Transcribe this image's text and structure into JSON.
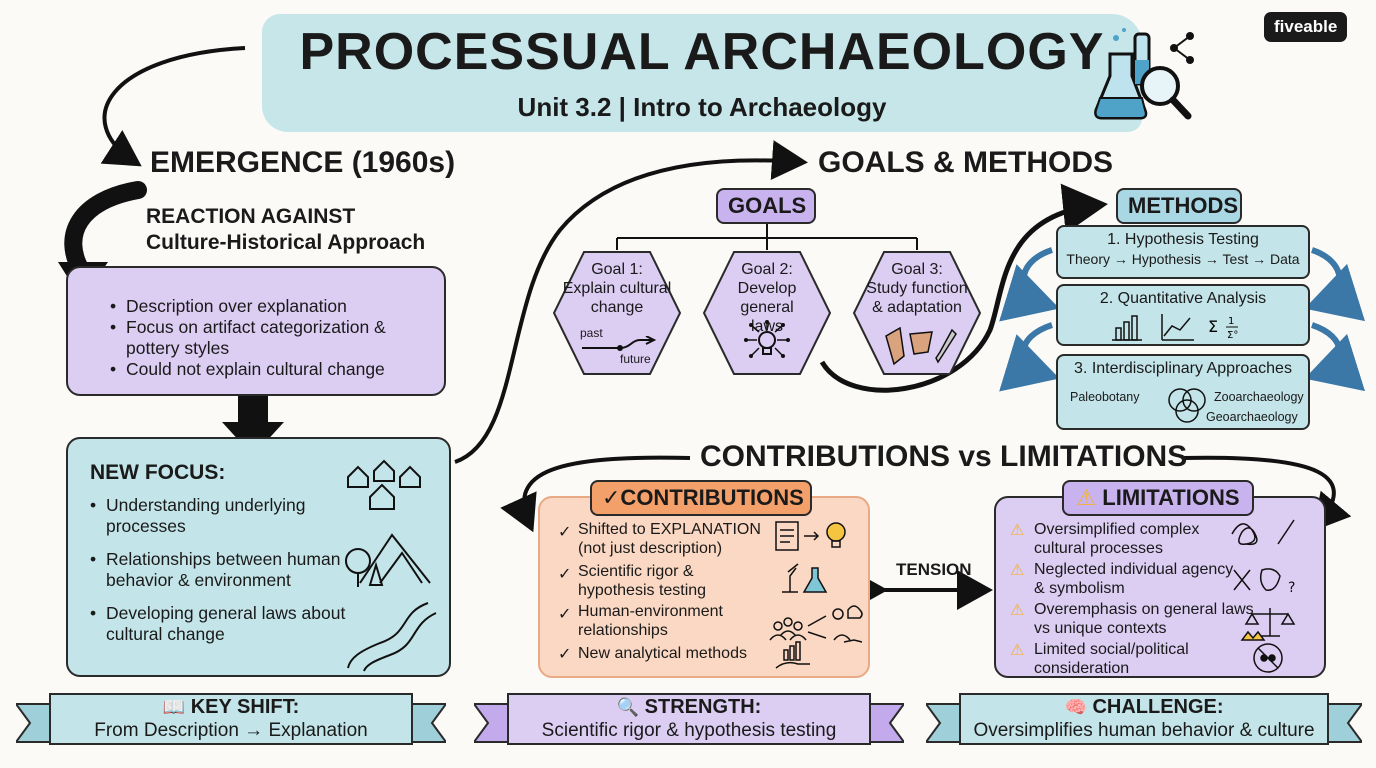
{
  "header": {
    "title": "PROCESSUAL ARCHAEOLOGY",
    "subtitle": "Unit 3.2 | Intro to Archaeology",
    "logo": "fiveable"
  },
  "emergence": {
    "heading": "EMERGENCE (1960s)",
    "reaction_line1": "REACTION AGAINST",
    "reaction_line2": "Culture-Historical Approach",
    "old_points": [
      "Description over explanation",
      "Focus on artifact categorization & pottery styles",
      "Could not explain cultural change"
    ],
    "new_focus_title": "NEW FOCUS:",
    "new_points": [
      "Understanding underlying processes",
      "Relationships between human behavior & environment",
      "Developing general laws about cultural change"
    ]
  },
  "goals_methods": {
    "heading": "GOALS & METHODS",
    "goals_label": "GOALS",
    "goals": [
      {
        "title": "Goal 1:",
        "text": "Explain cultural change",
        "past": "past",
        "future": "future"
      },
      {
        "title": "Goal 2:",
        "text": "Develop general laws"
      },
      {
        "title": "Goal 3:",
        "text": "Study function & adaptation"
      }
    ],
    "methods_label": "METHODS",
    "methods": [
      {
        "title": "1. Hypothesis Testing",
        "detail": "Theory → Hypothesis → Test → Data"
      },
      {
        "title": "2. Quantitative Analysis"
      },
      {
        "title": "3. Interdisciplinary Approaches",
        "fields": [
          "Paleobotany",
          "Zooarchaeology",
          "Geoarchaeology"
        ]
      }
    ]
  },
  "contrib_limits": {
    "heading": "CONTRIBUTIONS vs LIMITATIONS",
    "contributions_label": "✓CONTRIBUTIONS",
    "contributions": [
      "Shifted to EXPLANATION (not just description)",
      "Scientific rigor & hypothesis testing",
      "Human-environment relationships",
      "New analytical methods"
    ],
    "tension": "TENSION",
    "limitations_label": "LIMITATIONS",
    "limitations": [
      "Oversimplified complex cultural processes",
      "Neglected individual agency & symbolism",
      "Overemphasis on general laws vs unique contexts",
      "Limited social/political consideration"
    ]
  },
  "footer": {
    "key_shift_title": "KEY SHIFT:",
    "key_shift_text": "From Description → Explanation",
    "strength_title": "STRENGTH:",
    "strength_text": "Scientific rigor & hypothesis testing",
    "challenge_title": "CHALLENGE:",
    "challenge_text": "Oversimplifies human behavior & culture"
  },
  "colors": {
    "purple": "#dccdf3",
    "teal": "#c3e4e8",
    "peach": "#fad8c3",
    "title_banner": "#c6e6ea",
    "contributions_pill": "#f4a06a",
    "warning": "#f2b233"
  }
}
